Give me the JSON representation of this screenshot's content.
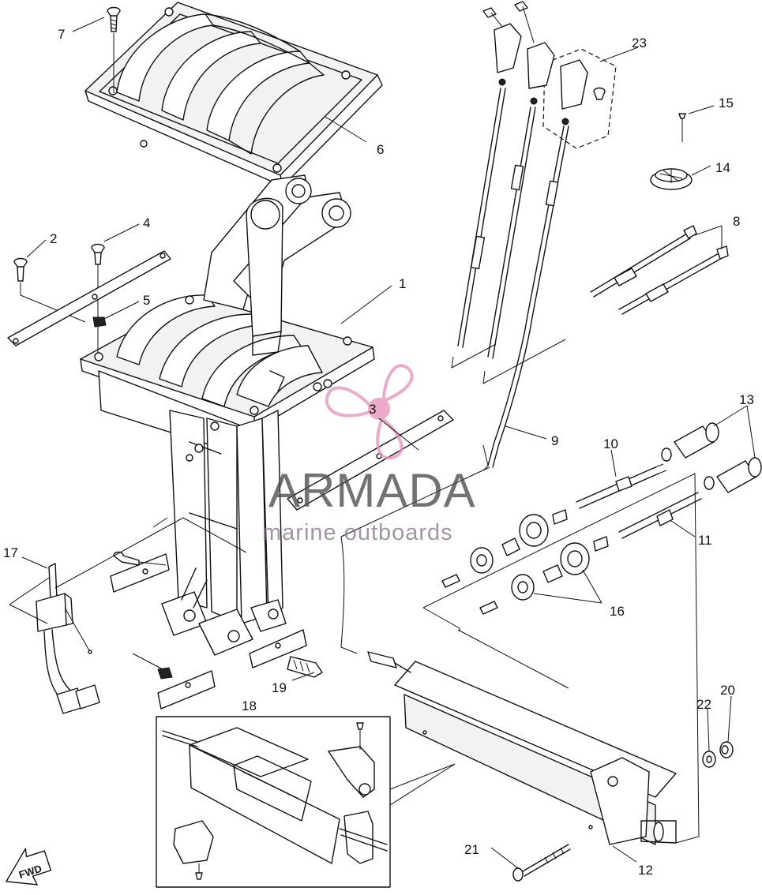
{
  "callouts": [
    {
      "id": "c1",
      "text": "1"
    },
    {
      "id": "c2",
      "text": "2"
    },
    {
      "id": "c3",
      "text": "3"
    },
    {
      "id": "c4",
      "text": "4"
    },
    {
      "id": "c5",
      "text": "5"
    },
    {
      "id": "c6",
      "text": "6"
    },
    {
      "id": "c7",
      "text": "7"
    },
    {
      "id": "c8",
      "text": "8"
    },
    {
      "id": "c9",
      "text": "9"
    },
    {
      "id": "c10",
      "text": "10"
    },
    {
      "id": "c11",
      "text": "11"
    },
    {
      "id": "c12",
      "text": "12"
    },
    {
      "id": "c13",
      "text": "13"
    },
    {
      "id": "c14",
      "text": "14"
    },
    {
      "id": "c15",
      "text": "15"
    },
    {
      "id": "c16",
      "text": "16"
    },
    {
      "id": "c17",
      "text": "17"
    },
    {
      "id": "c18",
      "text": "18"
    },
    {
      "id": "c19",
      "text": "19"
    },
    {
      "id": "c20",
      "text": "20"
    },
    {
      "id": "c21",
      "text": "21"
    },
    {
      "id": "c22",
      "text": "22"
    },
    {
      "id": "c23",
      "text": "23"
    }
  ],
  "watermark": {
    "title": "ARMADA",
    "subtitle": "marine outboards",
    "color": "#e68fb8"
  },
  "direction_label": "FWD",
  "colors": {
    "line": "#111111",
    "background": "#ffffff",
    "watermark_logo": "#e68fb8",
    "watermark_text": "#4a4a4a"
  }
}
